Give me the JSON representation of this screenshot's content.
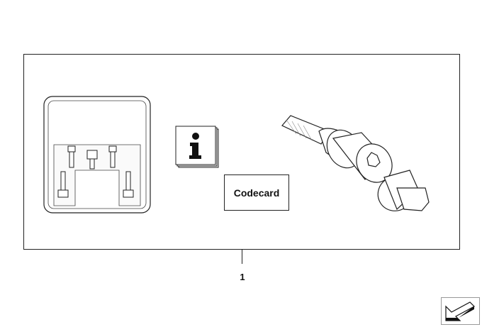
{
  "diagram": {
    "callout_number": "1",
    "codecard_label": "Codecard",
    "info_symbol": "i"
  },
  "navigation": {
    "back_icon": "arrow-down-left-icon"
  }
}
